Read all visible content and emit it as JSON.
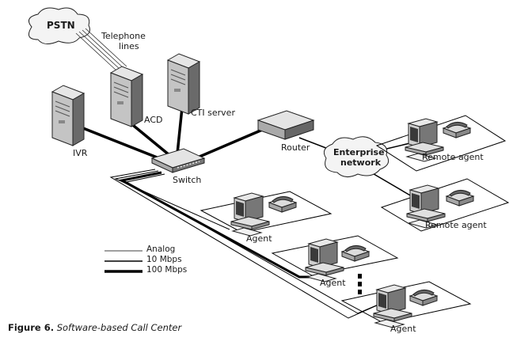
{
  "labels": {
    "pstn": "PSTN",
    "telephone_lines": [
      "Telephone",
      "lines"
    ],
    "acd": "ACD",
    "cti_server": "CTI server",
    "ivr": "IVR",
    "switch": "Switch",
    "router": "Router",
    "enterprise_network": [
      "Enterprise",
      "network"
    ],
    "remote_agent_1": "Remote agent",
    "remote_agent_2": "Remote agent",
    "agent_1": "Agent",
    "agent_2": "Agent",
    "agent_3": "Agent"
  },
  "legend": [
    {
      "label": "Analog",
      "style": "analog"
    },
    {
      "label": "10 Mbps",
      "style": "10mbps"
    },
    {
      "label": "100 Mbps",
      "style": "100mbps"
    }
  ],
  "caption": {
    "number": "Figure 6.",
    "title": "Software-based Call Center"
  }
}
